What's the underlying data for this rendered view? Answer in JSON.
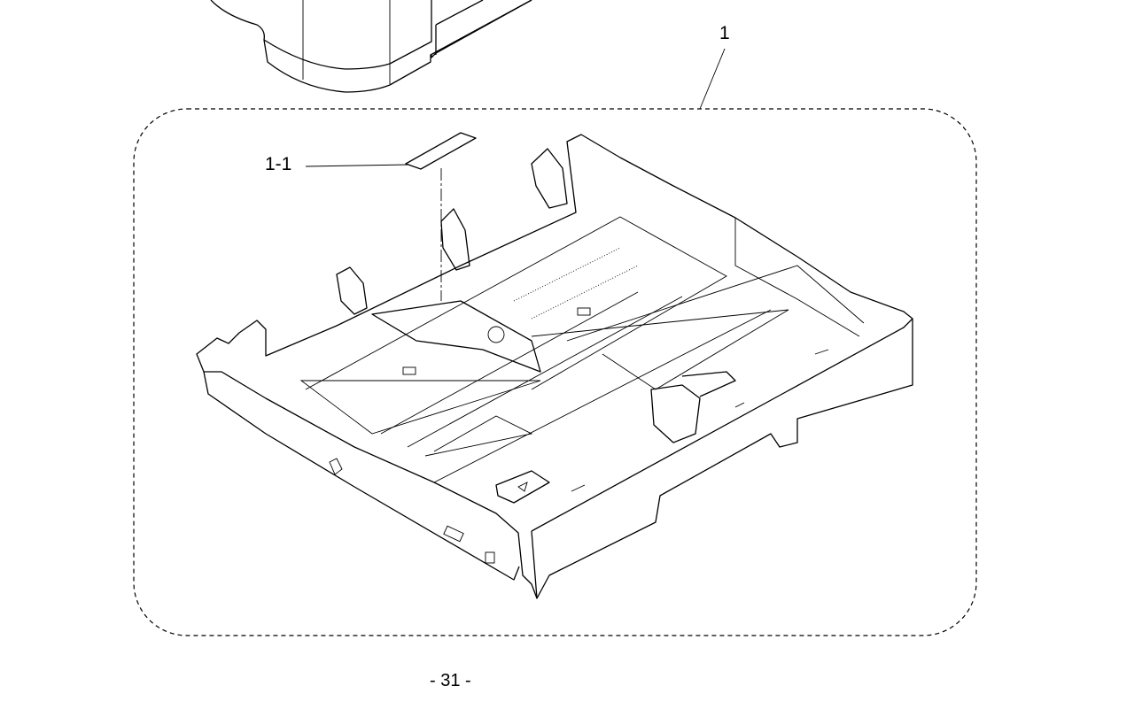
{
  "callouts": {
    "assembly": "1",
    "label_part": "1-1"
  },
  "footer": {
    "page_number": "- 31 -"
  }
}
